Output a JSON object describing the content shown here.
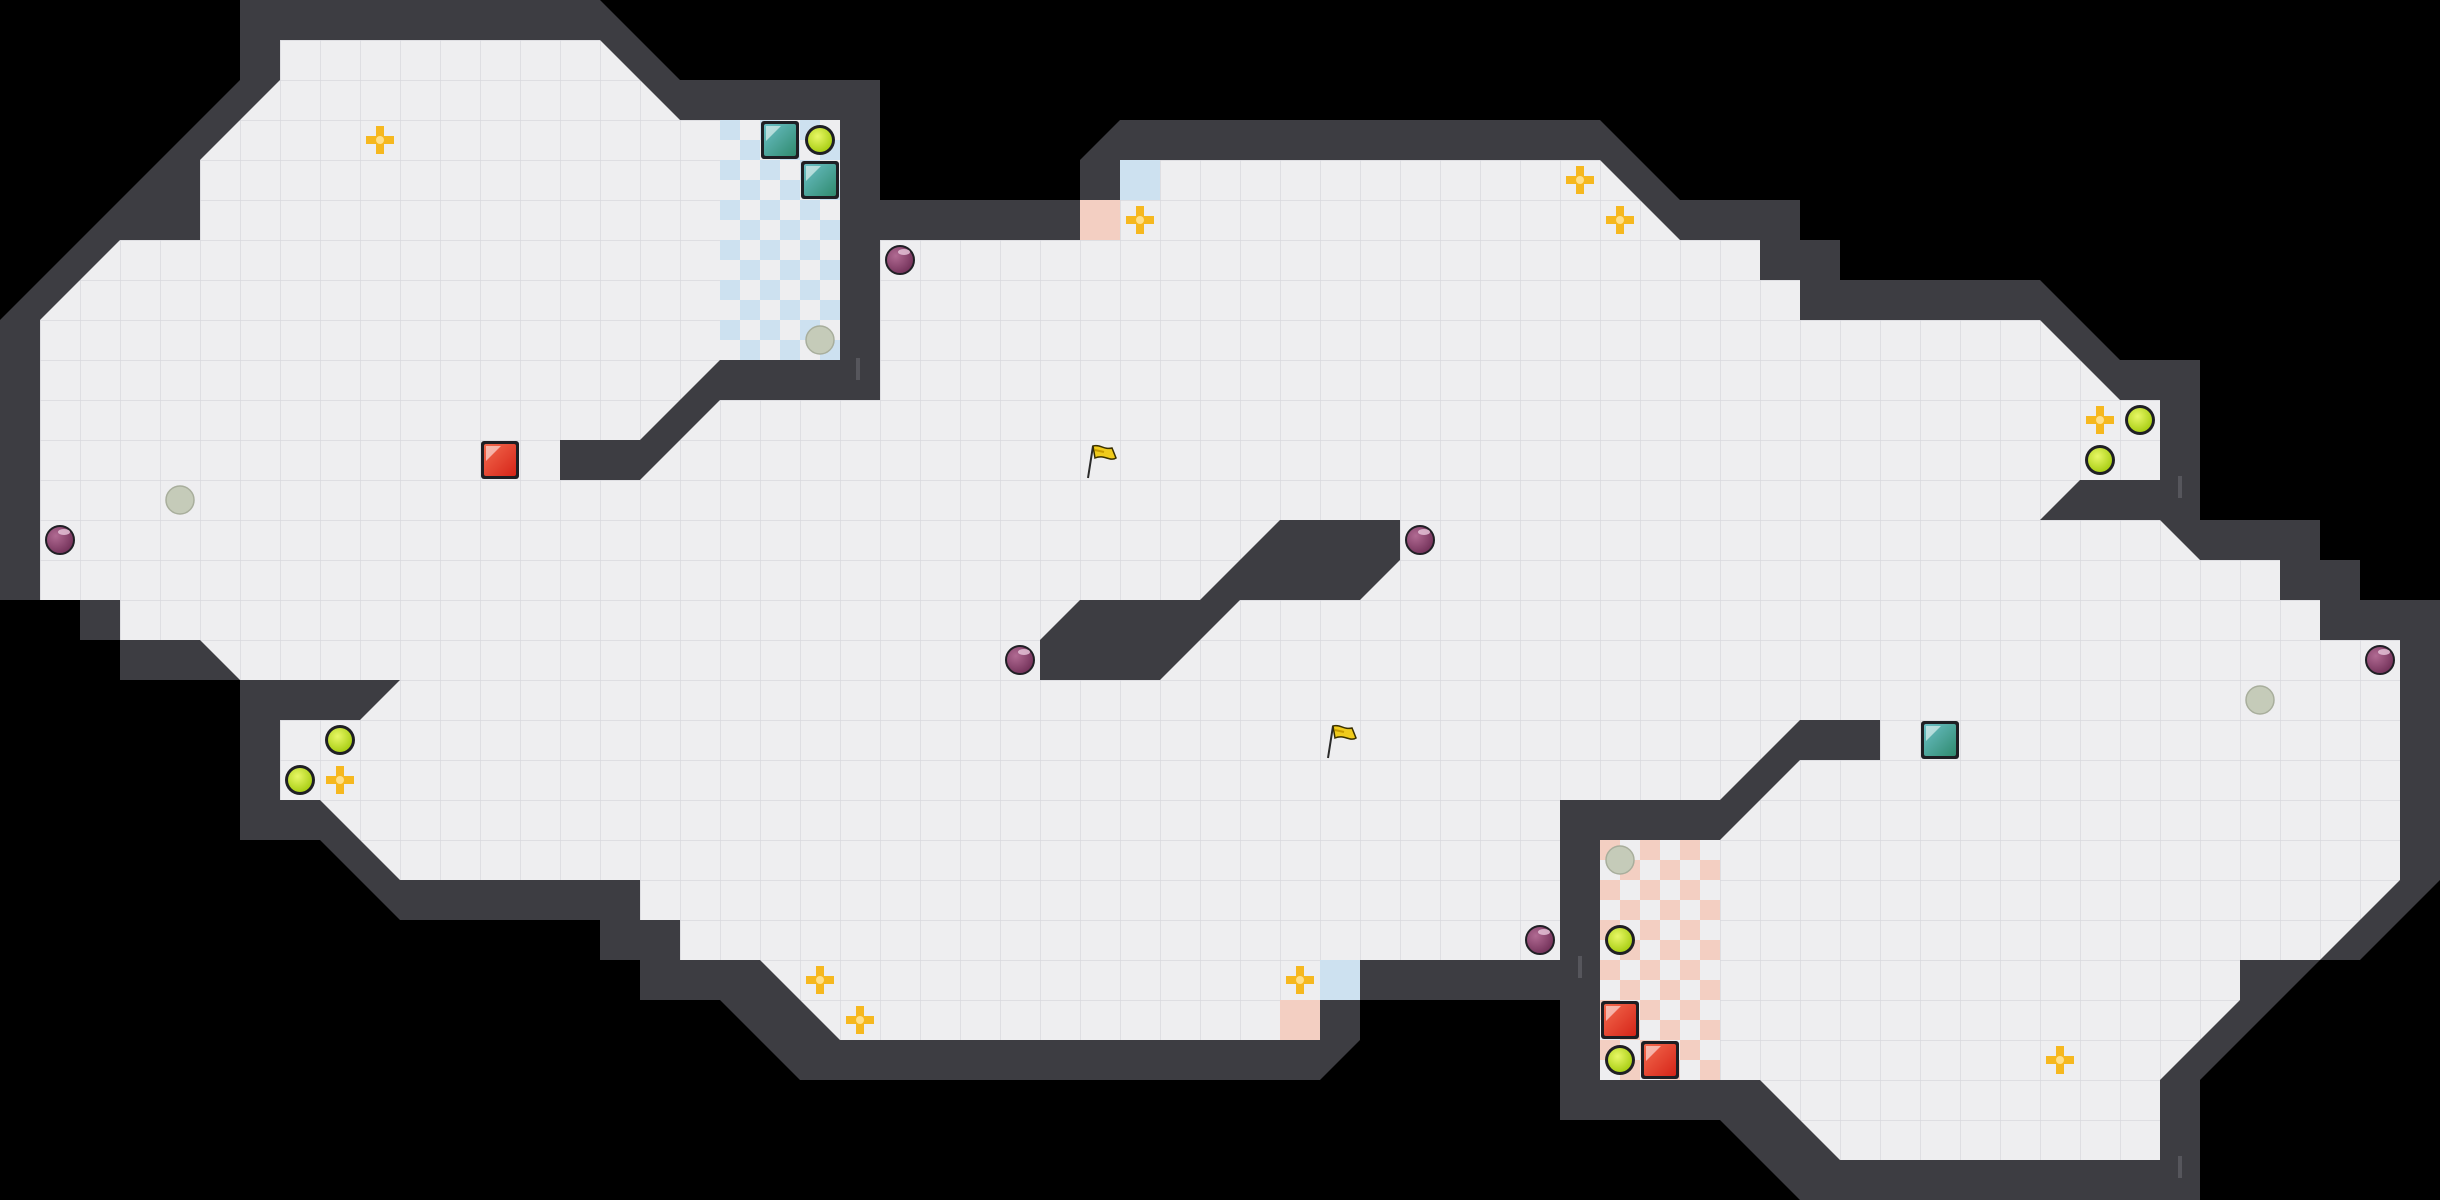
{
  "game": "capture-the-flag-arena",
  "colors": {
    "background": "#000000",
    "floor": "#eeeef0",
    "grid": "#d8d8de",
    "wall": "#3d3d42",
    "wall_edge": "#56565c",
    "blue_zone": "#cde1f0",
    "red_zone": "#f3cfc2",
    "red_player": "#e23a2a",
    "teal_player": "#3e9b9e",
    "flag": "#f0cb1c",
    "powerup_ball": "#c8e61e",
    "bomb": "#8a3e6c",
    "boost": "#f6b81f",
    "spawn_marker": "#c5cbb9"
  },
  "players": [
    {
      "team": "red",
      "icon": "red-player-icon"
    },
    {
      "team": "red",
      "icon": "red-player-icon"
    },
    {
      "team": "red",
      "icon": "red-player-icon"
    },
    {
      "team": "blue",
      "icon": "teal-player-icon"
    },
    {
      "team": "blue",
      "icon": "teal-player-icon"
    },
    {
      "team": "blue",
      "icon": "teal-player-icon"
    }
  ],
  "flags": [
    {
      "icon": "yellow-flag-icon"
    },
    {
      "icon": "yellow-flag-icon"
    }
  ],
  "bombs": [
    {
      "icon": "bomb-icon"
    },
    {
      "icon": "bomb-icon"
    },
    {
      "icon": "bomb-icon"
    },
    {
      "icon": "bomb-icon"
    },
    {
      "icon": "bomb-icon"
    },
    {
      "icon": "bomb-icon"
    }
  ],
  "powerups": [
    {
      "icon": "powerup-ball-icon"
    },
    {
      "icon": "powerup-ball-icon"
    },
    {
      "icon": "powerup-ball-icon"
    },
    {
      "icon": "powerup-ball-icon"
    },
    {
      "icon": "powerup-ball-icon"
    },
    {
      "icon": "powerup-ball-icon"
    },
    {
      "icon": "powerup-ball-icon"
    }
  ],
  "boosts": [
    {
      "icon": "boost-cross-icon"
    },
    {
      "icon": "boost-cross-icon"
    },
    {
      "icon": "boost-cross-icon"
    },
    {
      "icon": "boost-cross-icon"
    },
    {
      "icon": "boost-cross-icon"
    },
    {
      "icon": "boost-cross-icon"
    },
    {
      "icon": "boost-cross-icon"
    },
    {
      "icon": "boost-cross-icon"
    },
    {
      "icon": "boost-cross-icon"
    },
    {
      "icon": "boost-cross-icon"
    }
  ],
  "spawn_markers": [
    {
      "icon": "spawn-marker-icon"
    },
    {
      "icon": "spawn-marker-icon"
    },
    {
      "icon": "spawn-marker-icon"
    },
    {
      "icon": "spawn-marker-icon"
    }
  ]
}
